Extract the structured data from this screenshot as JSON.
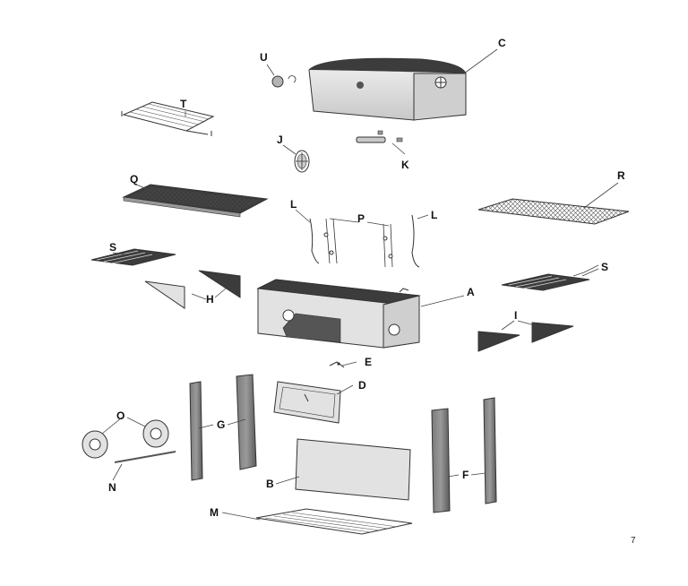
{
  "diagram": {
    "page_number": "7",
    "parts": [
      {
        "id": "A",
        "label": "A"
      },
      {
        "id": "B",
        "label": "B"
      },
      {
        "id": "C",
        "label": "C"
      },
      {
        "id": "D",
        "label": "D"
      },
      {
        "id": "E",
        "label": "E"
      },
      {
        "id": "F",
        "label": "F"
      },
      {
        "id": "G",
        "label": "G"
      },
      {
        "id": "H",
        "label": "H"
      },
      {
        "id": "I",
        "label": "I"
      },
      {
        "id": "J",
        "label": "J"
      },
      {
        "id": "K",
        "label": "K"
      },
      {
        "id": "L1",
        "label": "L"
      },
      {
        "id": "L2",
        "label": "L"
      },
      {
        "id": "M",
        "label": "M"
      },
      {
        "id": "N",
        "label": "N"
      },
      {
        "id": "O",
        "label": "O"
      },
      {
        "id": "P",
        "label": "P"
      },
      {
        "id": "Q",
        "label": "Q"
      },
      {
        "id": "R",
        "label": "R"
      },
      {
        "id": "S1",
        "label": "S"
      },
      {
        "id": "S2",
        "label": "S"
      },
      {
        "id": "T",
        "label": "T"
      },
      {
        "id": "U",
        "label": "U"
      }
    ]
  },
  "colors": {
    "outline": "#333333",
    "light_fill": "#e2e2e2",
    "mid_fill": "#b4b4b4",
    "dark_fill": "#3c3c3c",
    "leader": "#444444"
  }
}
